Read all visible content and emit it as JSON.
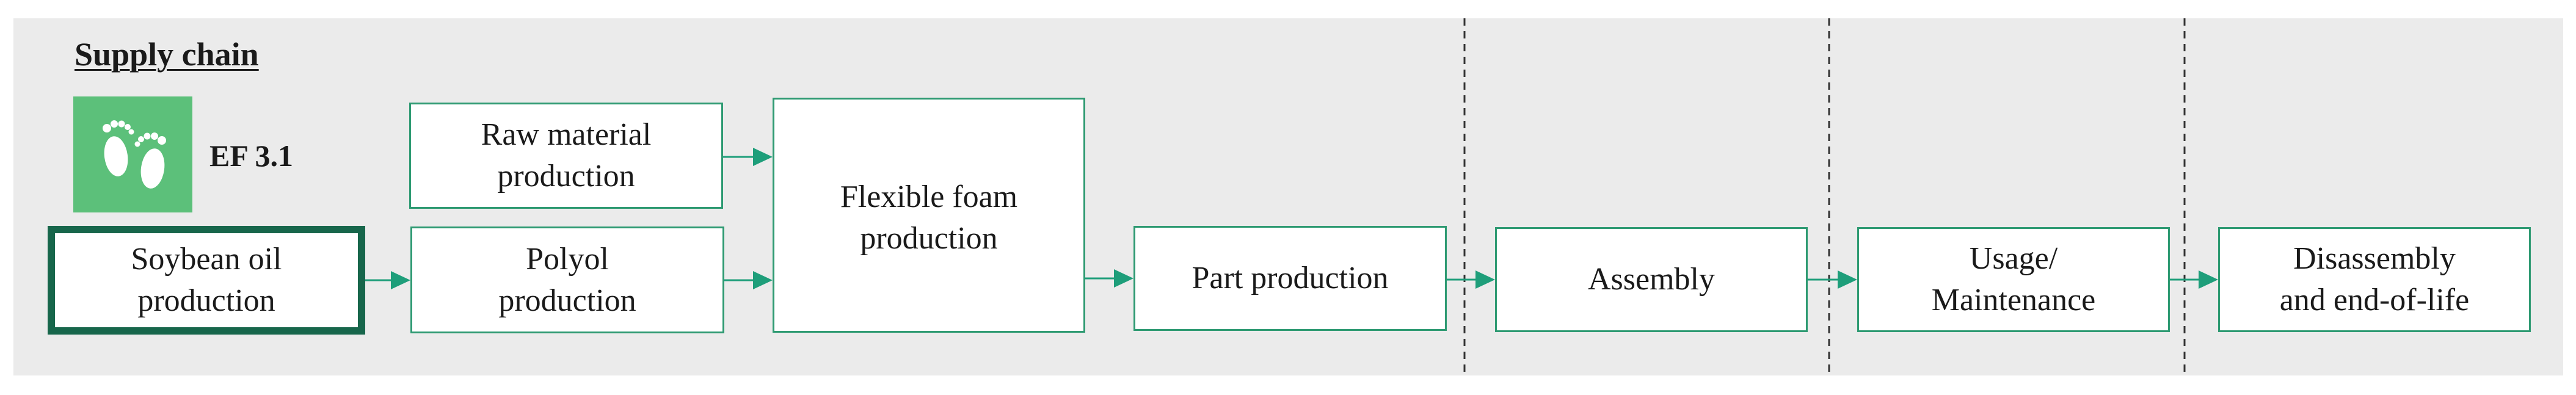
{
  "diagram": {
    "heading": "Supply chain",
    "indicator": {
      "icon": "footprints-icon",
      "label": "EF 3.1"
    },
    "nodes": [
      {
        "id": "soybean",
        "lines": [
          "Soybean oil",
          "production"
        ]
      },
      {
        "id": "polyol",
        "lines": [
          "Polyol",
          "production"
        ]
      },
      {
        "id": "raw",
        "lines": [
          "Raw material",
          "production"
        ]
      },
      {
        "id": "foam",
        "lines": [
          "Flexible foam",
          "production"
        ]
      },
      {
        "id": "part",
        "lines": [
          "Part production"
        ]
      },
      {
        "id": "assembly",
        "lines": [
          "Assembly"
        ]
      },
      {
        "id": "usage",
        "lines": [
          "Usage/",
          "Maintenance"
        ]
      },
      {
        "id": "eol",
        "lines": [
          "Disassembly",
          "and end-of-life"
        ]
      }
    ],
    "edges": [
      {
        "from": "soybean",
        "to": "polyol"
      },
      {
        "from": "polyol",
        "to": "foam"
      },
      {
        "from": "raw",
        "to": "foam"
      },
      {
        "from": "foam",
        "to": "part"
      },
      {
        "from": "part",
        "to": "assembly"
      },
      {
        "from": "assembly",
        "to": "usage"
      },
      {
        "from": "usage",
        "to": "eol"
      }
    ],
    "colors": {
      "panel": "#ebebeb",
      "node_border": "#2e9a72",
      "highlight_border": "#17664b",
      "arrow": "#1e9e7a",
      "icon_bg": "#5cc07a"
    }
  }
}
